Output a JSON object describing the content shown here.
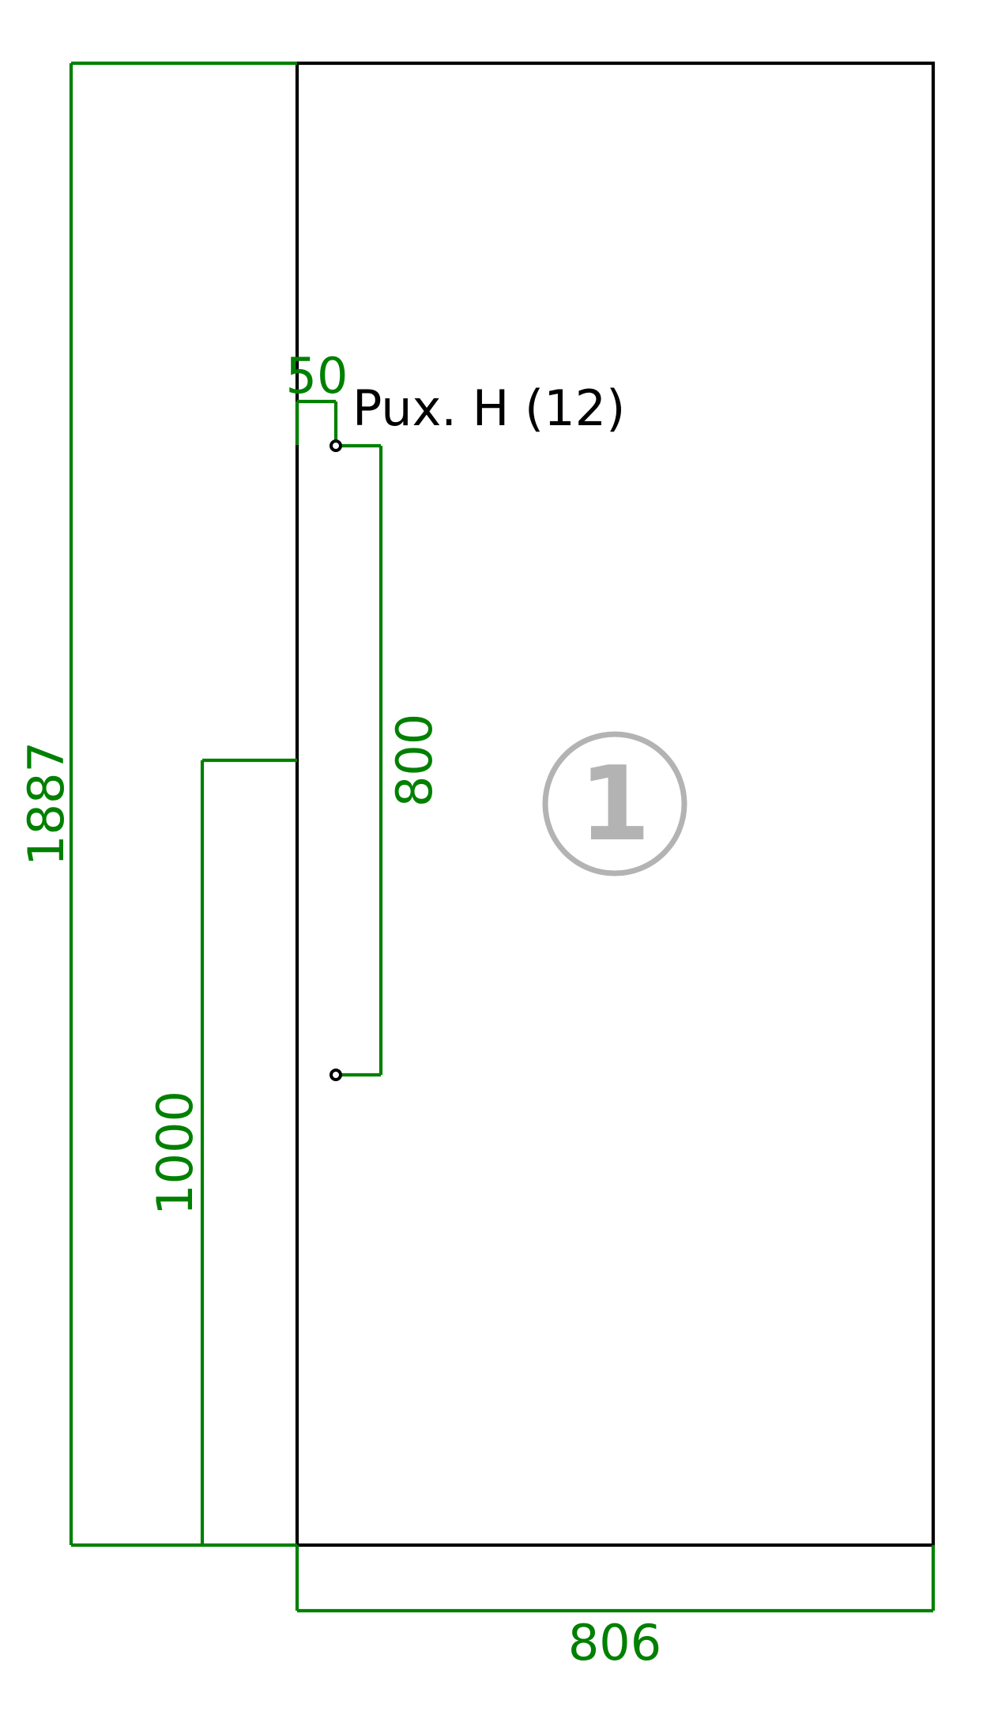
{
  "panel": {
    "part_number": "1",
    "handle_label": "Pux. H (12)"
  },
  "dimensions": {
    "total_height": "1887",
    "handle_height": "1000",
    "handle_hole_spacing": "800",
    "handle_edge_offset": "50",
    "width": "806"
  },
  "colors": {
    "outline": "#000000",
    "dimension": "#008000",
    "badge": "#b3b3b3"
  }
}
